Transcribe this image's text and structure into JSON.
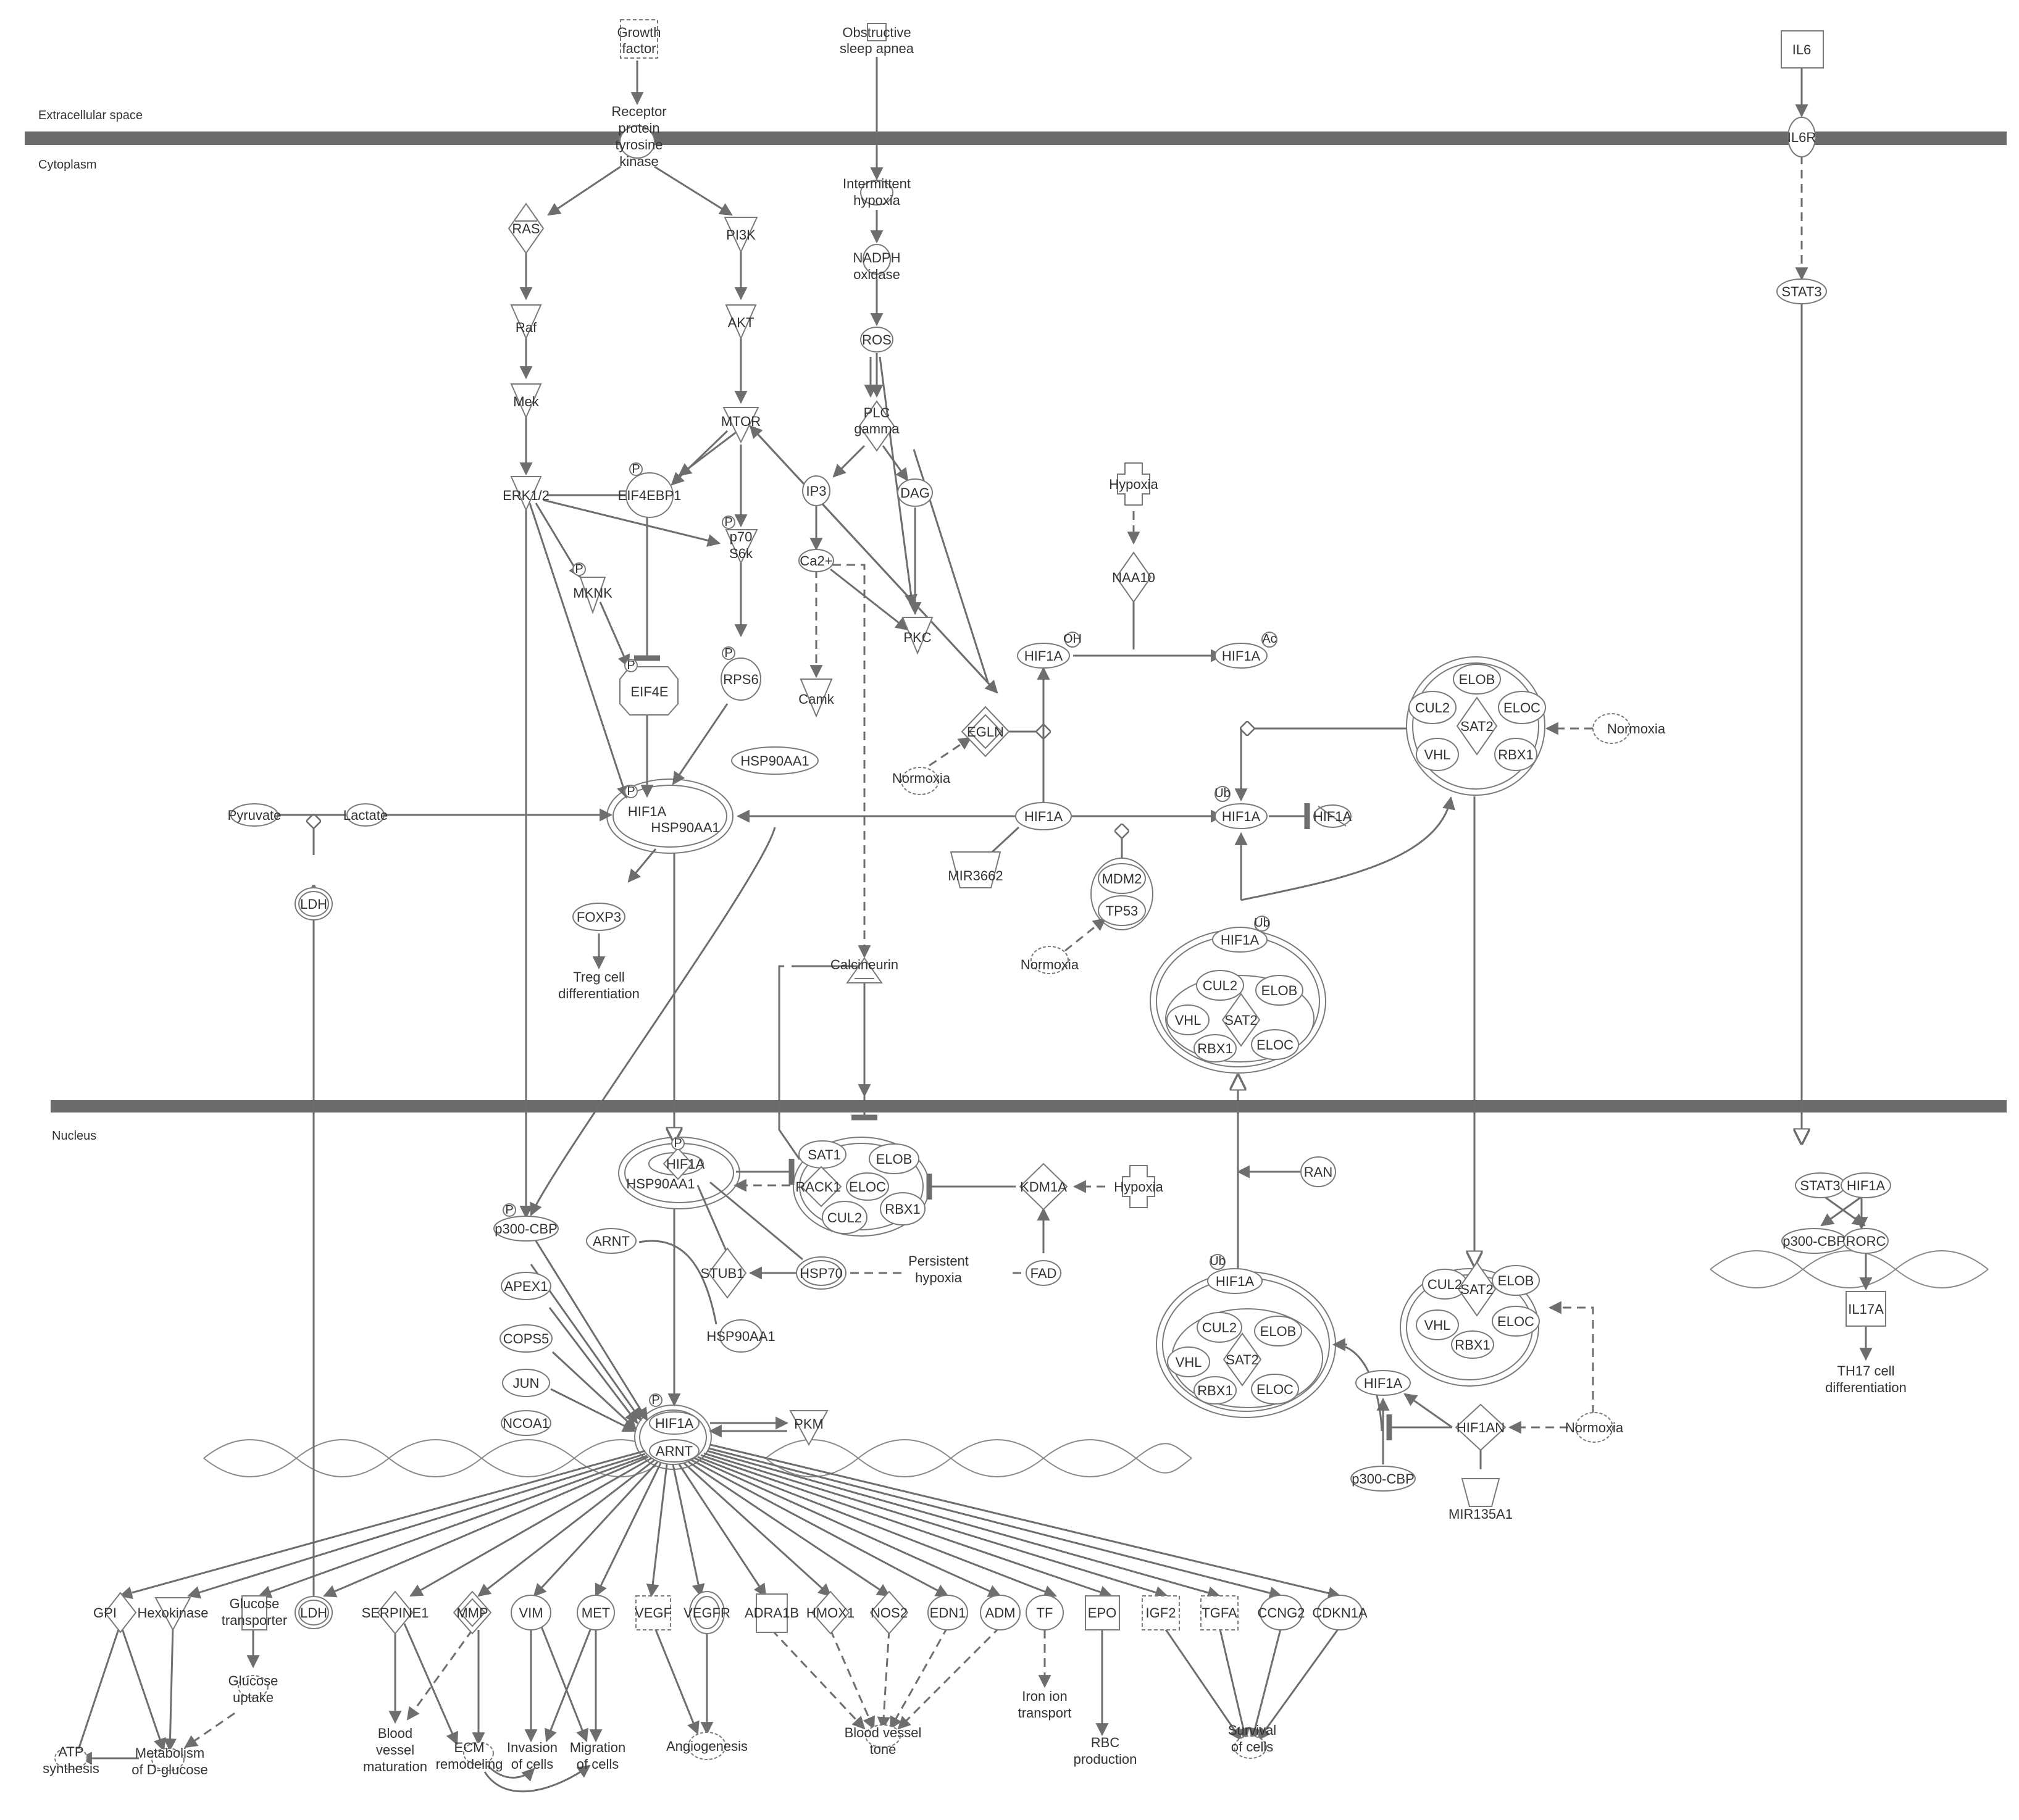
{
  "regions": {
    "extracellular": "Extracellular space",
    "cytoplasm": "Cytoplasm",
    "nucleus": "Nucleus"
  },
  "nodes": {
    "growth_factor": [
      "Growth",
      "factor"
    ],
    "osa": [
      "Obstructive",
      "sleep apnea"
    ],
    "il6": "IL6",
    "rptk": [
      "Receptor",
      "protein",
      "tyrosine",
      "kinase"
    ],
    "il6r": "IL6R",
    "ih": [
      "Intermittent",
      "hypoxia"
    ],
    "nadph": [
      "NADPH",
      "oxidase"
    ],
    "ros": "ROS",
    "ras": "RAS",
    "raf": "Raf",
    "mek": "Mek",
    "erk": "ERK1/2",
    "pi3k": "PI3K",
    "akt": "AKT",
    "mtor": "MTOR",
    "stat3_c": "STAT3",
    "plc": [
      "PLC",
      "gamma"
    ],
    "ip3": "IP3",
    "dag": "DAG",
    "ca2": "Ca2+",
    "pkc": "PKC",
    "camk": "Camk",
    "eif4ebp1": "EIF4EBP1",
    "p70": [
      "p70",
      "S6k"
    ],
    "mknk": "MKNK",
    "eif4e": "EIF4E",
    "rps6": "RPS6",
    "hypoxia_c": "Hypoxia",
    "naa10": "NAA10",
    "hif1a_oh": "HIF1A",
    "hif1a_ac": "HIF1A",
    "egln": "EGLN",
    "normoxia_egln": "Normoxia",
    "hsp90aa1_c": "HSP90AA1",
    "hif1a_hsp_c": "HIF1A",
    "hsp90_in_c": "HSP90AA1",
    "hif1a_center": "HIF1A",
    "hif1a_ub": "HIF1A",
    "hif1a_deg": "HIF1A",
    "pyruvate": "Pyruvate",
    "lactate": "Lactate",
    "ldh_c": "LDH",
    "mir3662": "MIR3662",
    "mdm2": "MDM2",
    "tp53": "TP53",
    "normoxia_mdm": "Normoxia",
    "foxp3": "FOXP3",
    "treg": [
      "Treg cell",
      "differentiation"
    ],
    "calcineurin": "Calcineurin",
    "normoxia_vhl": "Normoxia",
    "vhl_c_elob": "ELOB",
    "vhl_c_cul2": "CUL2",
    "vhl_c_sat2": "SAT2",
    "vhl_c_eloc": "ELOC",
    "vhl_c_vhl": "VHL",
    "vhl_c_rbx1": "RBX1",
    "ub_hif1a": "HIF1A",
    "ub_cul2": "CUL2",
    "ub_elob": "ELOB",
    "ub_vhl": "VHL",
    "ub_sat2": "SAT2",
    "ub_rbx1": "RBX1",
    "ub_eloc": "ELOC",
    "hif1a_hsp_n": "HIF1A",
    "hsp90_in_n": "HSP90AA1",
    "rack_sat1": "SAT1",
    "rack_elob": "ELOB",
    "rack_rack1": "RACK1",
    "rack_eloc": "ELOC",
    "rack_cul2": "CUL2",
    "rack_rbx1": "RBX1",
    "kdm1a": "KDM1A",
    "hypoxia_n": "Hypoxia",
    "p300_n": "p300-CBP",
    "arnt_free": "ARNT",
    "stub1": "STUB1",
    "hsp70": "HSP70",
    "persistent": [
      "Persistent",
      "hypoxia"
    ],
    "fad": "FAD",
    "apex1": "APEX1",
    "cops5": "COPS5",
    "hsp90aa1_n": "HSP90AA1",
    "jun": "JUN",
    "ncoa1": "NCOA1",
    "hif1a_arnt_h": "HIF1A",
    "hif1a_arnt_a": "ARNT",
    "pkm": "PKM",
    "ran": "RAN",
    "n_ub_hif1a": "HIF1A",
    "n_ub_cul2": "CUL2",
    "n_ub_elob": "ELOB",
    "n_ub_vhl": "VHL",
    "n_ub_sat2": "SAT2",
    "n_ub_rbx1": "RBX1",
    "n_ub_eloc": "ELOC",
    "n_vhl_cul2": "CUL2",
    "n_vhl_elob": "ELOB",
    "n_vhl_sat2": "SAT2",
    "n_vhl_vhl": "VHL",
    "n_vhl_eloc": "ELOC",
    "n_vhl_rbx1": "RBX1",
    "hif1a_n2": "HIF1A",
    "hif1an": "HIF1AN",
    "normoxia_n": "Normoxia",
    "p300_n2": "p300-CBP",
    "mir135a1": "MIR135A1",
    "stat3_n": "STAT3",
    "hif1a_th": "HIF1A",
    "p300_th": "p300-CBP",
    "rorc": "RORC",
    "il17a": "IL17A",
    "th17": [
      "TH17 cell",
      "differentiation"
    ],
    "gpi": "GPI",
    "hexokinase": "Hexokinase",
    "glut": [
      "Glucose",
      "transporter"
    ],
    "ldh_n": "LDH",
    "serpine1": "SERPINE1",
    "mmp": "MMP",
    "vim": "VIM",
    "met": "MET",
    "vegf": "VEGF",
    "vegfr": "VEGFR",
    "adra1b": "ADRA1B",
    "hmox1": "HMOX1",
    "nos2": "NOS2",
    "edn1": "EDN1",
    "adm": "ADM",
    "tf": "TF",
    "epo": "EPO",
    "igf2": "IGF2",
    "tgfa": "TGFA",
    "ccng2": "CCNG2",
    "cdkn1a": "CDKN1A",
    "glucose_uptake": [
      "Glucose",
      "uptake"
    ],
    "atp": [
      "ATP",
      "synthesis"
    ],
    "metab": [
      "Metabolism",
      "of D-glucose"
    ],
    "bvm": [
      "Blood",
      "vessel",
      "maturation"
    ],
    "ecm": [
      "ECM",
      "remodeling"
    ],
    "invasion": [
      "Invasion",
      "of cells"
    ],
    "migration": [
      "Migration",
      "of cells"
    ],
    "angiogenesis": "Angiogenesis",
    "bvt": [
      "Blood vessel",
      "tone"
    ],
    "iron": [
      "Iron ion",
      "transport"
    ],
    "rbc": [
      "RBC",
      "production"
    ],
    "survival": [
      "Survival",
      "of cells"
    ]
  }
}
